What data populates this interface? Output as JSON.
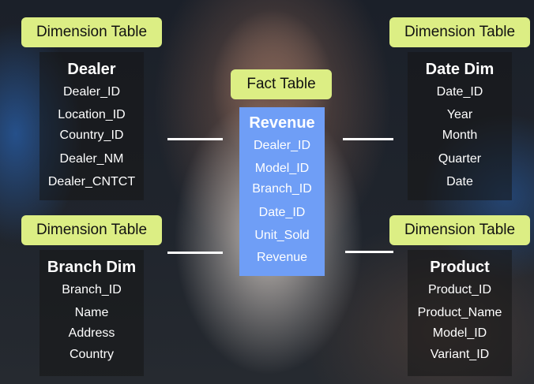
{
  "fact": {
    "label": "Fact Table",
    "title": "Revenue",
    "fields": [
      "Dealer_ID",
      "Model_ID",
      "Branch_ID",
      "Date_ID",
      "Unit_Sold",
      "Revenue"
    ]
  },
  "dimensions": {
    "label": "Dimension Table",
    "dealer": {
      "title": "Dealer",
      "fields": [
        "Dealer_ID",
        "Location_ID",
        "Country_ID",
        "Dealer_NM",
        "Dealer_CNTCT"
      ]
    },
    "date": {
      "title": "Date Dim",
      "fields": [
        "Date_ID",
        "Year",
        "Month",
        "Quarter",
        "Date"
      ]
    },
    "branch": {
      "title": "Branch Dim",
      "fields": [
        "Branch_ID",
        "Name",
        "Address",
        "Country"
      ]
    },
    "product": {
      "title": "Product",
      "fields": [
        "Product_ID",
        "Product_Name",
        "Model_ID",
        "Variant_ID"
      ]
    }
  }
}
